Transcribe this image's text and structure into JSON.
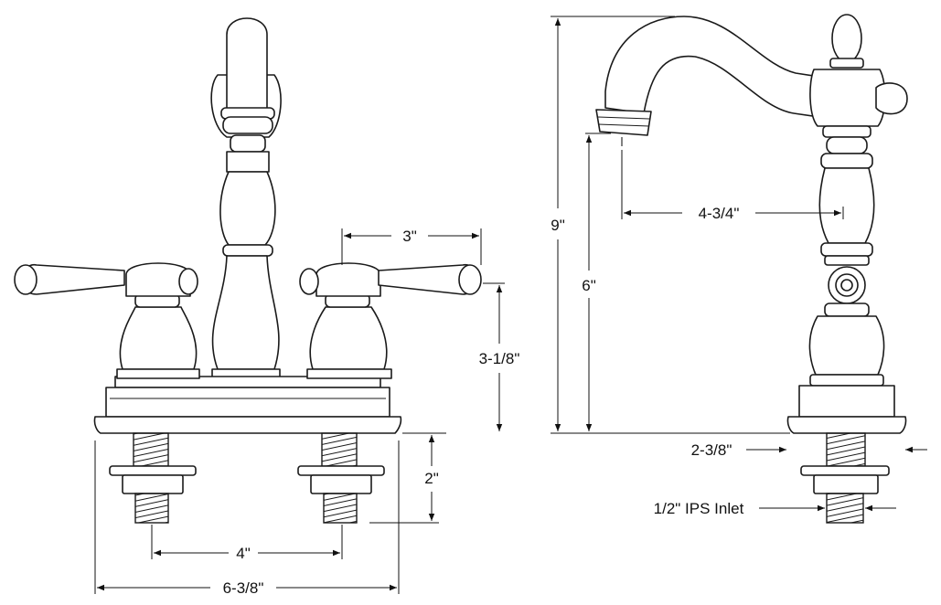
{
  "diagram": {
    "front_view": {
      "dim_handle_spread": "3\"",
      "dim_handle_height": "3-1/8\"",
      "dim_shank_length": "2\"",
      "dim_center_spacing": "4\"",
      "dim_base_width": "6-3/8\""
    },
    "side_view": {
      "dim_total_height": "9\"",
      "dim_spout_height": "6\"",
      "dim_spout_reach": "4-3/4\"",
      "dim_base_depth": "2-3/8\"",
      "inlet_label": "1/2\" IPS Inlet"
    }
  },
  "colors": {
    "line": "#1a1a1a",
    "background": "#ffffff"
  }
}
